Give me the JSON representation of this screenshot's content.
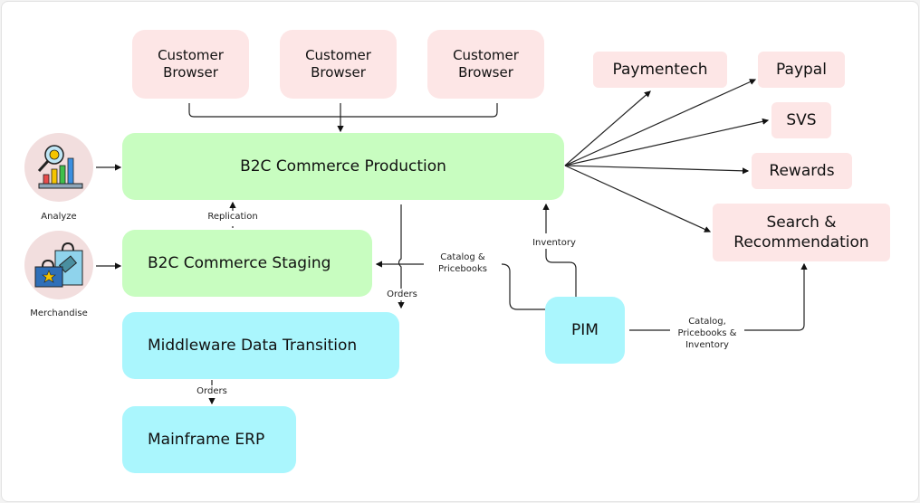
{
  "nodes": {
    "browser1": "Customer\nBrowser",
    "browser2": "Customer\nBrowser",
    "browser3": "Customer\nBrowser",
    "production": "B2C Commerce Production",
    "staging": "B2C Commerce Staging",
    "middleware": "Middleware Data Transition",
    "erp": "Mainframe ERP",
    "pim": "PIM",
    "paymentech": "Paymentech",
    "paypal": "Paypal",
    "svs": "SVS",
    "rewards": "Rewards",
    "search": "Search &\nRecommendation"
  },
  "icons": {
    "analyze": {
      "icon": "analytics-magnifier-chart-icon",
      "caption": "Analyze"
    },
    "merchandise": {
      "icon": "shopping-bags-icon",
      "caption": "Merchandise"
    }
  },
  "edge_labels": {
    "replication": "Replication",
    "catalog_pricebooks": "Catalog &\nPricebooks",
    "orders_staging": "Orders",
    "inventory": "Inventory",
    "orders_erp": "Orders",
    "catalog_pricebooks_inventory": "Catalog,\nPricebooks &\nInventory"
  },
  "colors": {
    "external": "#fde6e6",
    "commerce": "#c8fdc0",
    "integration": "#aaf6fd"
  }
}
